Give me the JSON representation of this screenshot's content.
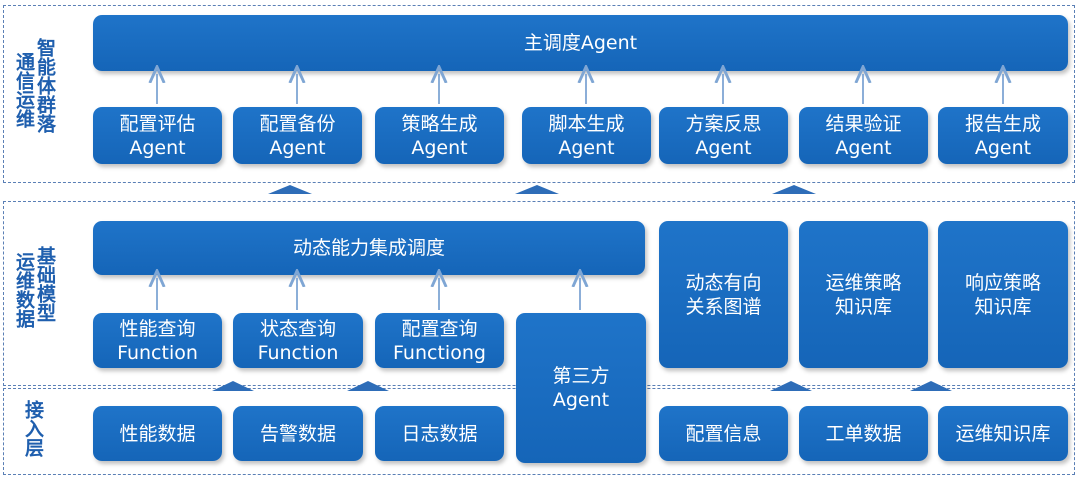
{
  "layers": {
    "top_label": "智能体群落",
    "top_label_left": "通信运维",
    "middle_label": "基础模型",
    "middle_label_left": "运维数据",
    "bottom_label": "接入层"
  },
  "top": {
    "main_agent": "主调度Agent",
    "agents": [
      {
        "line1": "配置评估",
        "line2": "Agent"
      },
      {
        "line1": "配置备份",
        "line2": "Agent"
      },
      {
        "line1": "策略生成",
        "line2": "Agent"
      },
      {
        "line1": "脚本生成",
        "line2": "Agent"
      },
      {
        "line1": "方案反思",
        "line2": "Agent"
      },
      {
        "line1": "结果验证",
        "line2": "Agent"
      },
      {
        "line1": "报告生成",
        "line2": "Agent"
      }
    ]
  },
  "middle": {
    "dispatch": "动态能力集成调度",
    "functions": [
      {
        "line1": "性能查询",
        "line2": "Function"
      },
      {
        "line1": "状态查询",
        "line2": "Function"
      },
      {
        "line1": "配置查询",
        "line2": "Functiong"
      }
    ],
    "third_party": {
      "line1": "第三方",
      "line2": "Agent"
    },
    "knowledge": [
      {
        "line1": "动态有向",
        "line2": "关系图谱"
      },
      {
        "line1": "运维策略",
        "line2": "知识库"
      },
      {
        "line1": "响应策略",
        "line2": "知识库"
      }
    ]
  },
  "bottom": {
    "sources": [
      "性能数据",
      "告警数据",
      "日志数据",
      "配置信息",
      "工单数据",
      "运维知识库"
    ]
  },
  "colors": {
    "box": "#1a6cc1",
    "label": "#1f5fae",
    "arrow": "#7fa6d4",
    "block_arrow": "#2e6db8",
    "border": "#5a7fb5"
  }
}
